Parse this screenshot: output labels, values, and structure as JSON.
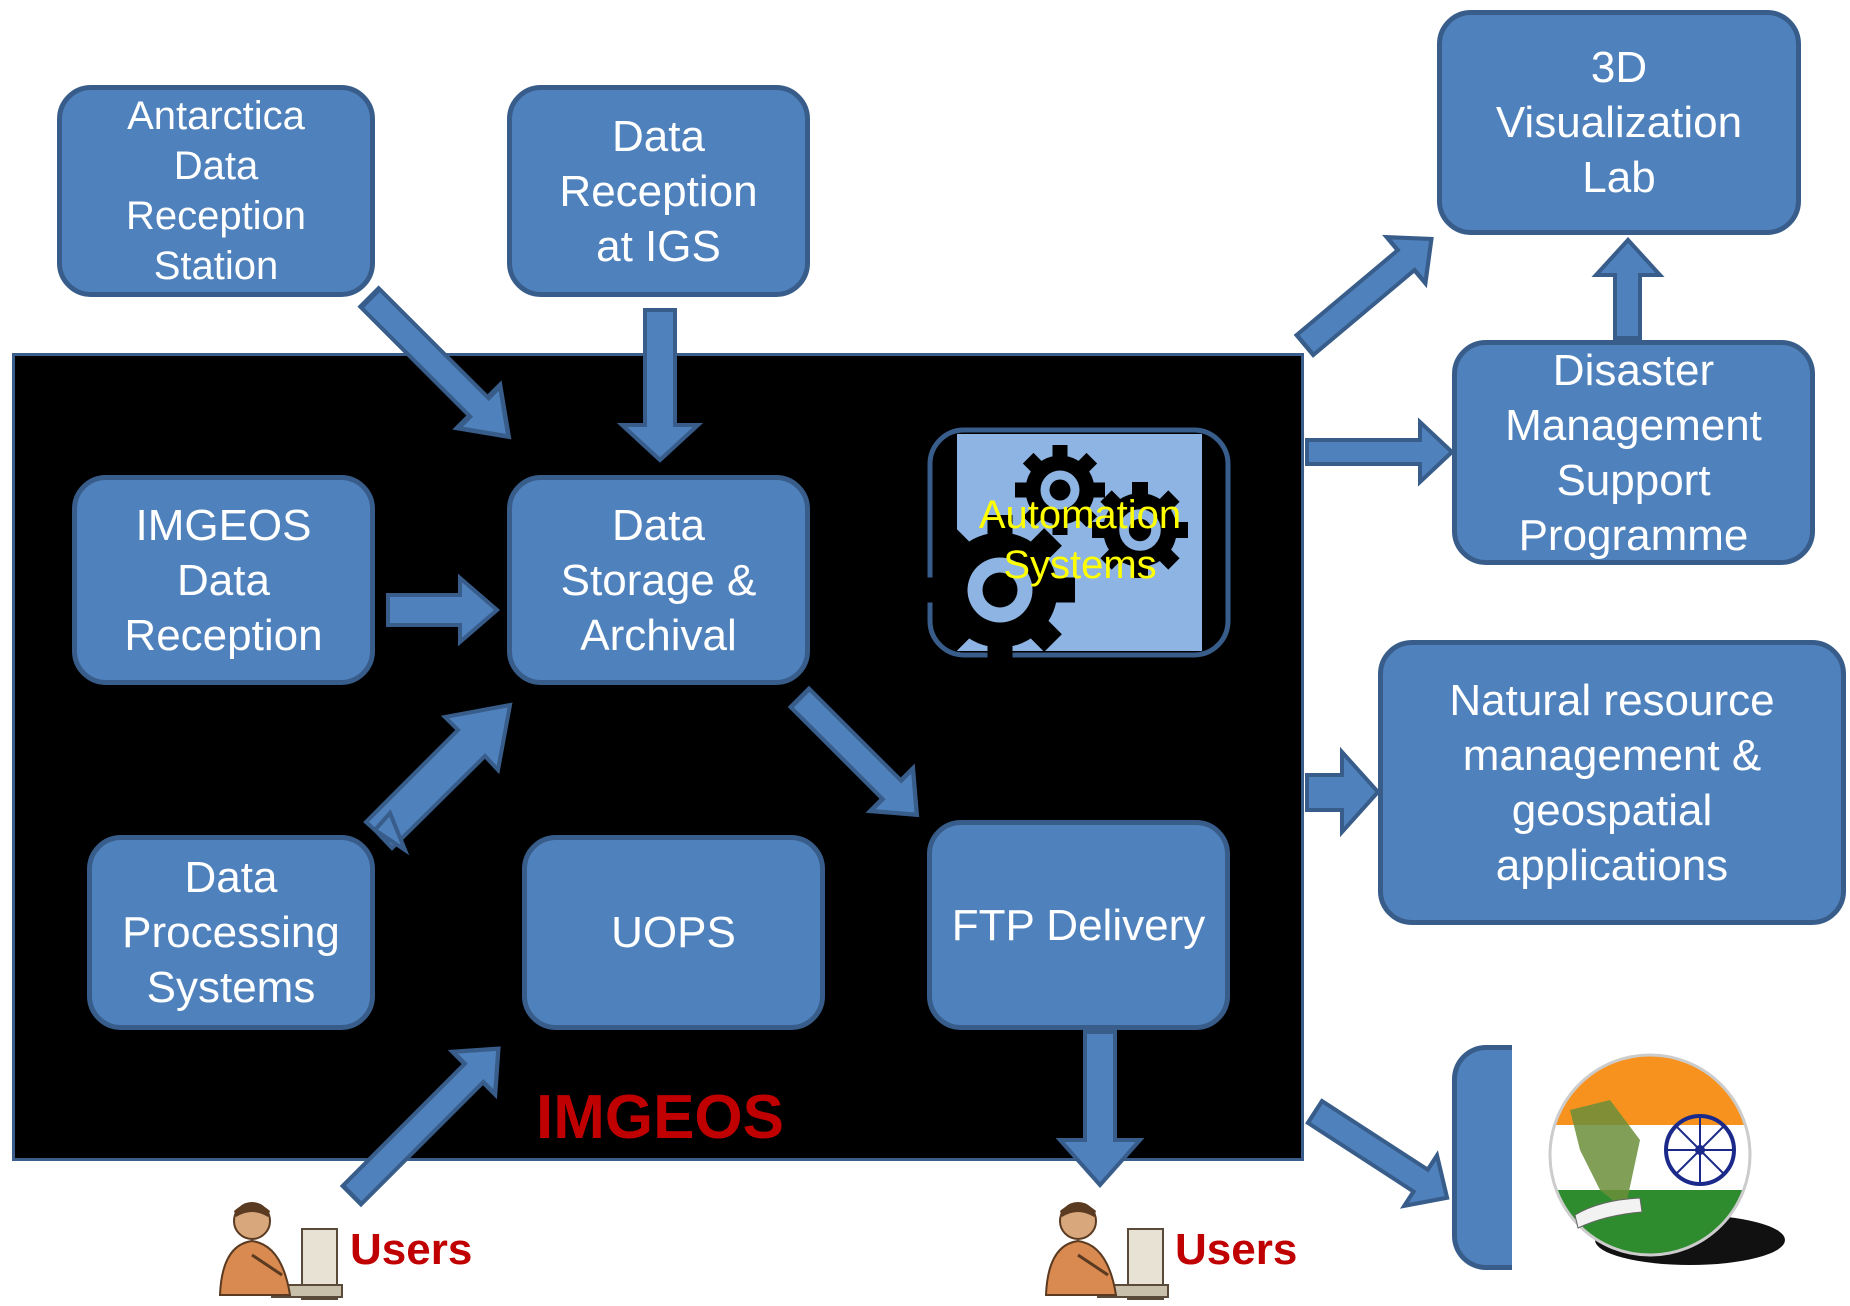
{
  "nodes": {
    "antarctica": "Antarctica\nData\nReception\nStation",
    "igs": "Data\nReception\nat IGS",
    "visualization": "3D\nVisualization\nLab",
    "disaster": "Disaster\nManagement\nSupport\nProgramme",
    "imgeos_reception": "IMGEOS\nData\nReception",
    "storage": "Data\nStorage &\nArchival",
    "automation": "Automation\nSystems",
    "natural_resource": "Natural resource\nmanagement &\ngeospatial\napplications",
    "processing": "Data\nProcessing\nSystems",
    "uops": "UOPS",
    "ftp": "FTP Delivery"
  },
  "frame_label": "IMGEOS",
  "users_left": "Users",
  "users_right": "Users",
  "colors": {
    "box_fill": "#4f81bd",
    "box_border": "#385d8a",
    "frame": "#000000",
    "label_red": "#c00000",
    "automation_text": "#ffff00"
  },
  "icons": [
    "gears-icon",
    "user-at-computer-icon",
    "bhuvan-globe-logo"
  ]
}
